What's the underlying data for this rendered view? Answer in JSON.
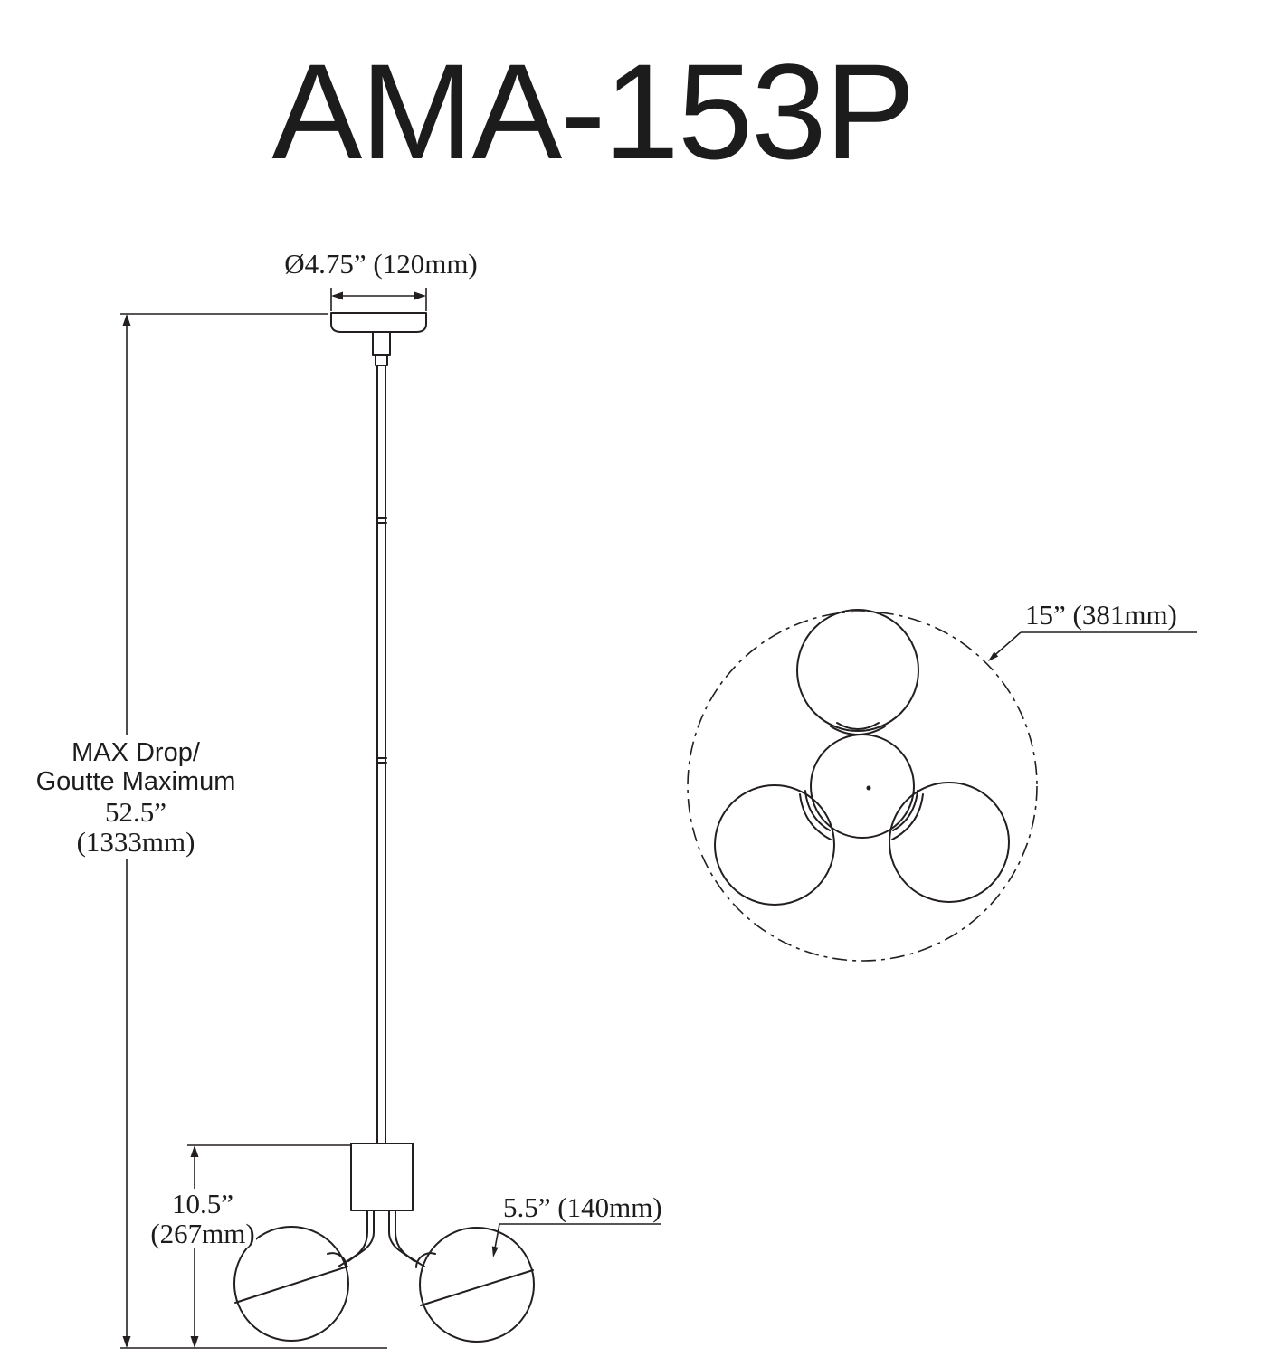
{
  "title": "AMA-153P",
  "colors": {
    "line": "#231f20",
    "background": "#ffffff"
  },
  "front_view": {
    "canopy_diameter": "Ø4.75” (120mm)",
    "max_drop_line1": "MAX Drop/",
    "max_drop_line2": "Goutte Maximum",
    "max_drop_line3": "52.5”",
    "max_drop_line4": "(1333mm)",
    "body_drop_line1": "10.5”",
    "body_drop_line2": "(267mm)",
    "globe_diameter": "5.5” (140mm)"
  },
  "top_view": {
    "spread_diameter": "15” (381mm)"
  }
}
